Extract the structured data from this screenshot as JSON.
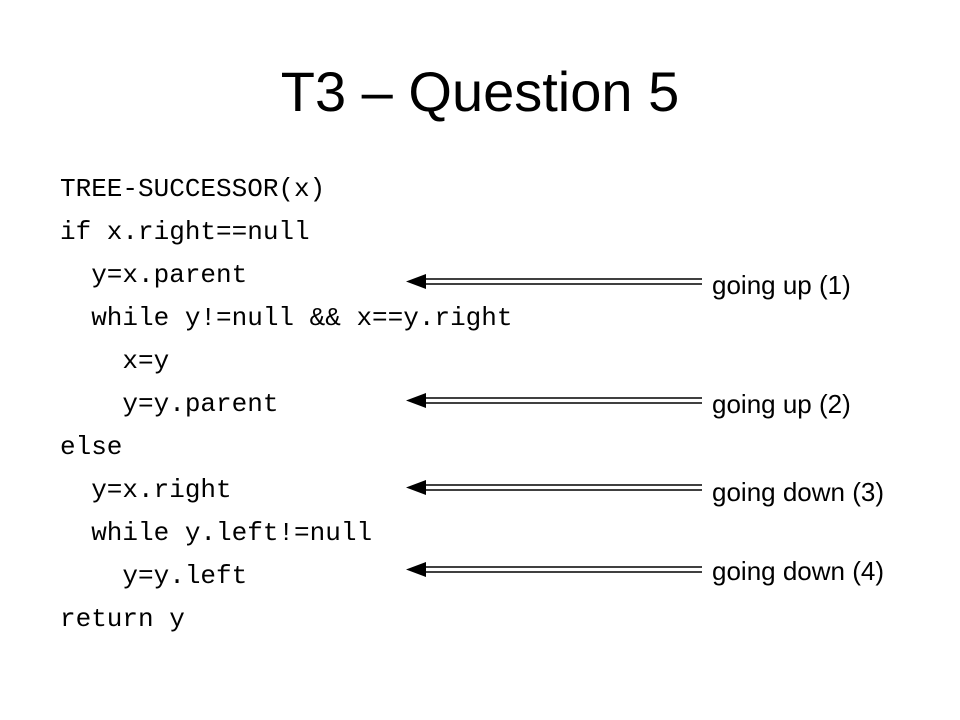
{
  "slide": {
    "title": "T3 – Question 5",
    "code_lines": [
      "TREE-SUCCESSOR(x)",
      "if x.right==null",
      "  y=x.parent",
      "  while y!=null && x==y.right",
      "    x=y",
      "    y=y.parent",
      "else",
      "  y=x.right",
      "  while y.left!=null",
      "    y=y.left",
      "return y"
    ],
    "annotations": [
      "going up (1)",
      "going up (2)",
      "going down (3)",
      "going down (4)"
    ],
    "colors": {
      "text": "#000000",
      "background": "#ffffff"
    }
  }
}
